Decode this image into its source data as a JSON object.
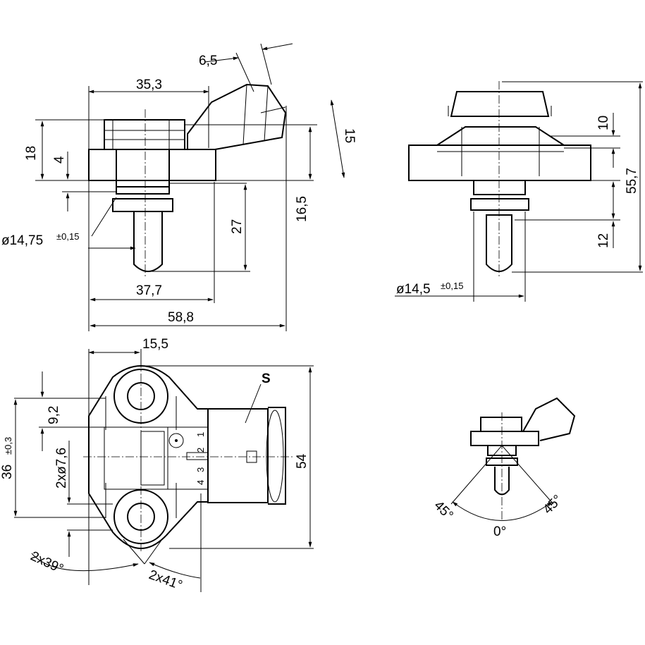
{
  "views": {
    "side": {
      "dims": {
        "d6_5": "6,5",
        "d35_3": "35,3",
        "d15": "15",
        "d18": "18",
        "d4": "4",
        "d16_5": "16,5",
        "d27": "27",
        "d37_7": "37,7",
        "d58_8": "58,8"
      },
      "diameter": {
        "value": "ø14,75",
        "tolerance": "±0,15"
      }
    },
    "front": {
      "dims": {
        "d10": "10",
        "d55_7": "55,7",
        "d12": "12"
      },
      "diameter": {
        "value": "ø14,5",
        "tolerance": "±0,15"
      }
    },
    "top": {
      "dims": {
        "d15_5": "15,5",
        "d9_2": "9,2",
        "d36": "36",
        "d36_tol": "±0,3",
        "hole": "2xø7,6",
        "d54": "54",
        "ang39": "2x39°",
        "ang41": "2x41°"
      },
      "connector_label": "S",
      "pins": [
        "1",
        "2",
        "3",
        "4"
      ]
    },
    "mounting": {
      "left": "45°",
      "right": "45°",
      "center": "0°"
    }
  }
}
